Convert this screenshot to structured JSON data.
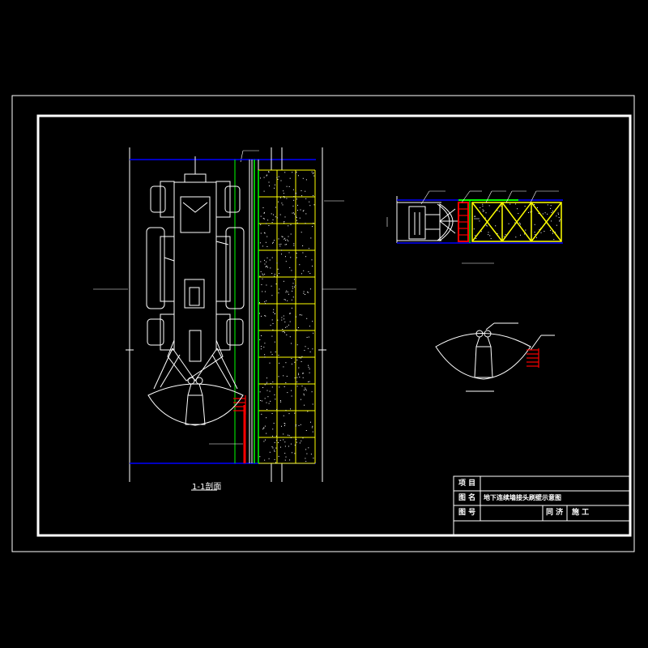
{
  "colors": {
    "background": "#000000",
    "line": "#ffffff",
    "green": "#00ff00",
    "yellow": "#ffff00",
    "red": "#ff0000",
    "blue": "#0000ff"
  },
  "section": {
    "title": "1-1剖面"
  },
  "title_block": {
    "row1_label": "项  目",
    "row1_value": "",
    "row2_label": "图  名",
    "row2_value": "地下连续墙接头刷壁示意图",
    "row3_label": "图  号",
    "row3_value": "",
    "row3_right1": "同 济",
    "row3_right2": "施 工"
  }
}
